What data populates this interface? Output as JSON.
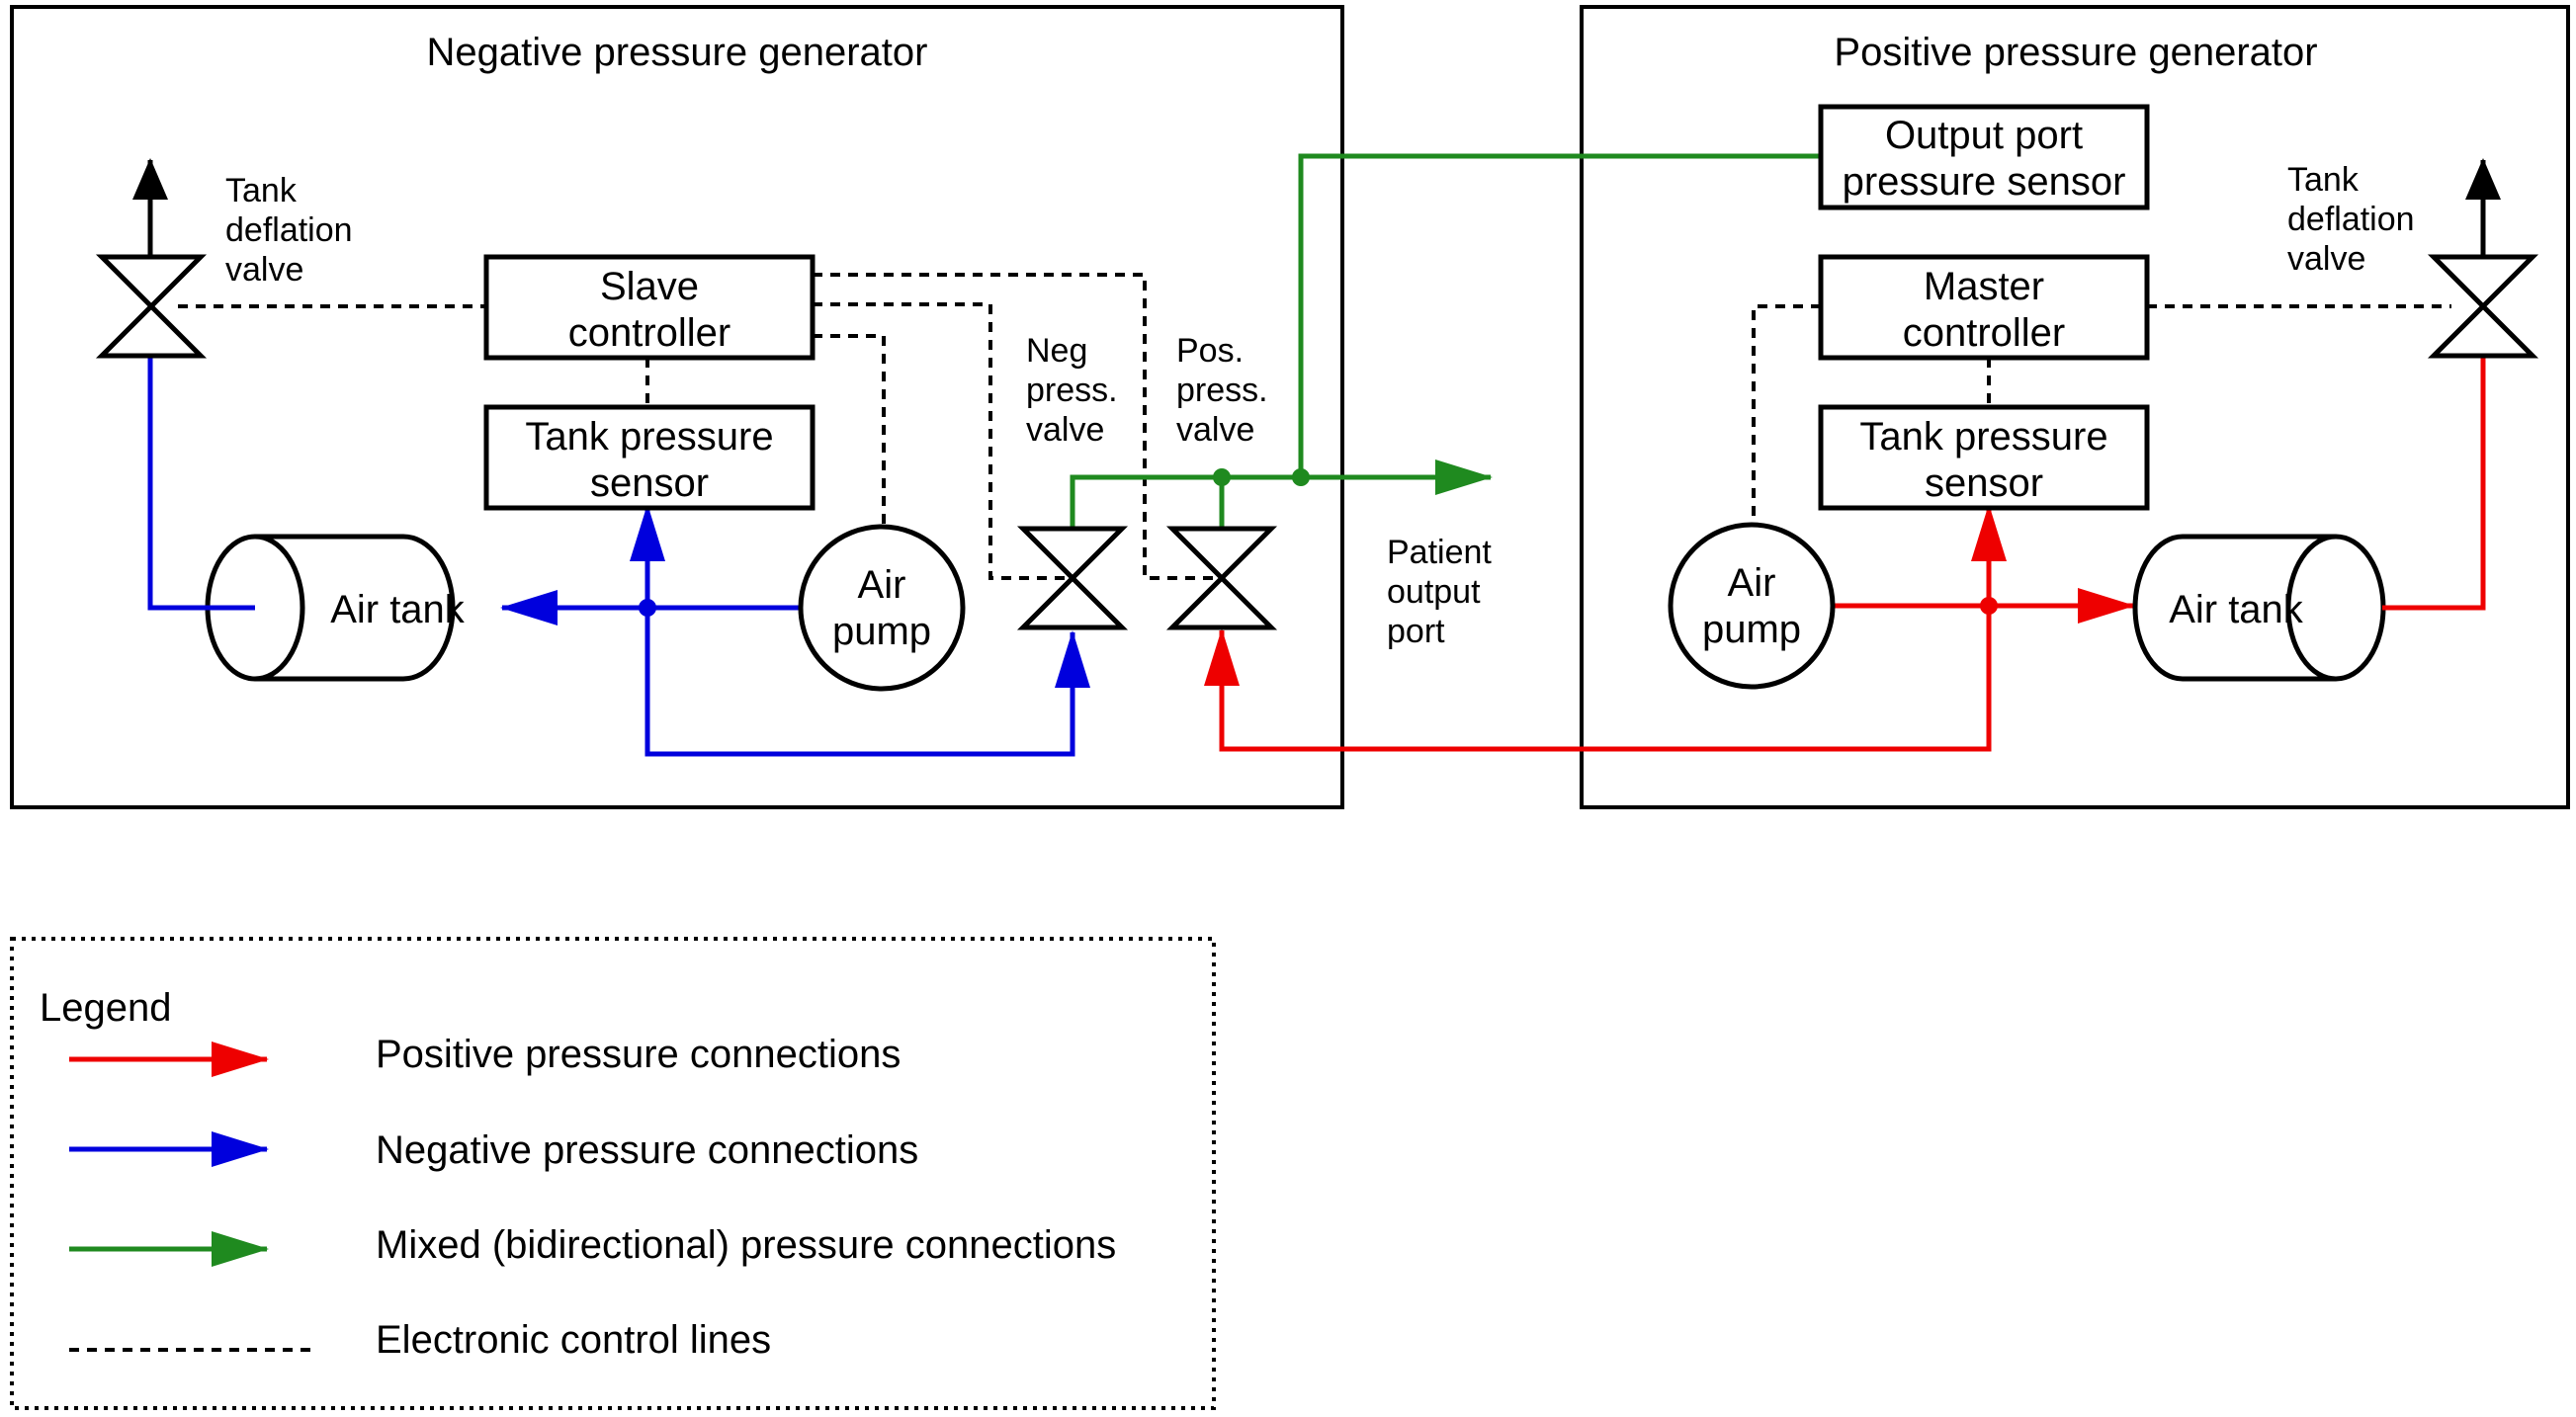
{
  "negative_generator": {
    "title": "Negative pressure generator",
    "slave_controller": [
      "Slave",
      "controller"
    ],
    "tank_pressure_sensor": [
      "Tank pressure",
      "sensor"
    ],
    "air_tank": "Air tank",
    "air_pump": [
      "Air",
      "pump"
    ],
    "tank_deflation_valve": [
      "Tank",
      "deflation",
      "valve"
    ],
    "neg_valve": [
      "Neg",
      "press.",
      "valve"
    ],
    "pos_valve": [
      "Pos.",
      "press.",
      "valve"
    ]
  },
  "patient_output_port": [
    "Patient",
    "output",
    "port"
  ],
  "positive_generator": {
    "title": "Positive pressure generator",
    "output_port_sensor": [
      "Output port",
      "pressure sensor"
    ],
    "master_controller": [
      "Master",
      "controller"
    ],
    "tank_pressure_sensor": [
      "Tank pressure",
      "sensor"
    ],
    "air_pump": [
      "Air",
      "pump"
    ],
    "air_tank": "Air tank",
    "tank_deflation_valve": [
      "Tank",
      "deflation",
      "valve"
    ]
  },
  "legend": {
    "title": "Legend",
    "items": [
      {
        "label": "Positive pressure connections",
        "color": "#ee0000",
        "style": "arrow"
      },
      {
        "label": "Negative pressure connections",
        "color": "#0000dd",
        "style": "arrow"
      },
      {
        "label": "Mixed (bidirectional) pressure connections",
        "color": "#1f8a1f",
        "style": "arrow"
      },
      {
        "label": "Electronic control lines",
        "color": "#000000",
        "style": "dashed"
      }
    ]
  }
}
